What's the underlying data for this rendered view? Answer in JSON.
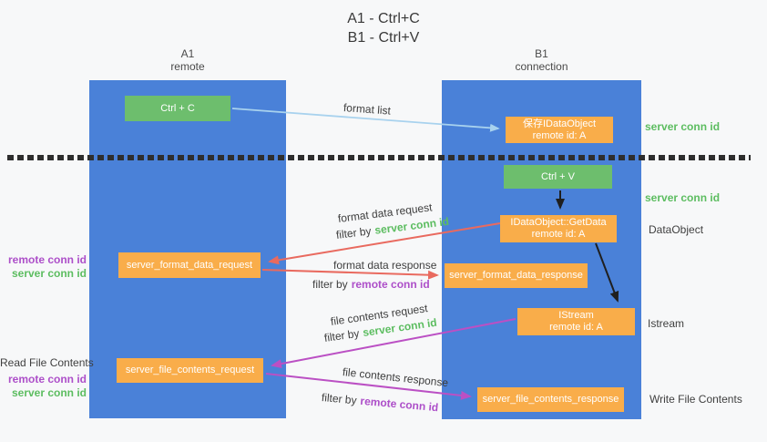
{
  "title": {
    "line1": "A1 - Ctrl+C",
    "line2": "B1 - Ctrl+V"
  },
  "lanes": {
    "a1": {
      "name": "A1",
      "subtitle": "remote"
    },
    "b1": {
      "name": "B1",
      "subtitle": "connection"
    }
  },
  "nodes": {
    "ctrl_c": {
      "label": "Ctrl + C"
    },
    "save_dataobject": {
      "line1": "保存IDataObject",
      "line2": "remote id: A"
    },
    "ctrl_v": {
      "label": "Ctrl + V"
    },
    "getdata": {
      "line1": "IDataObject::GetData",
      "line2": "remote id: A"
    },
    "format_request": {
      "label": "server_format_data_request"
    },
    "format_response": {
      "label": "server_format_data_response"
    },
    "istream": {
      "line1": "IStream",
      "line2": "remote id: A"
    },
    "file_request": {
      "label": "server_file_contents_request"
    },
    "file_response": {
      "label": "server_file_contents_response"
    }
  },
  "edge_labels": {
    "format_list": "format list",
    "format_data_request": "format data request",
    "format_data_response": "format data response",
    "file_contents_request": "file contents request",
    "file_contents_response": "file contents response",
    "filter_by": "filter by",
    "server_conn_id": "server conn id",
    "remote_conn_id": "remote conn id"
  },
  "side_labels": {
    "server_conn_id": "server conn id",
    "remote_conn_id": "remote conn id",
    "dataobject": "DataObject",
    "istream": "Istream",
    "read_file_contents": "Read File Contents",
    "write_file_contents": "Write File Contents"
  },
  "colors": {
    "lane_blue": "#4a81d8",
    "node_green": "#6dbe6d",
    "node_orange": "#f9ad4a",
    "arrow_light_blue": "#a8d2ee",
    "arrow_red": "#e96a5f",
    "arrow_magenta": "#bb50c4",
    "arrow_black": "#1f1f1f",
    "conn_id_green": "#5cbd60",
    "conn_id_purple": "#ad4fc9",
    "text_dark": "#3f3f3f"
  }
}
